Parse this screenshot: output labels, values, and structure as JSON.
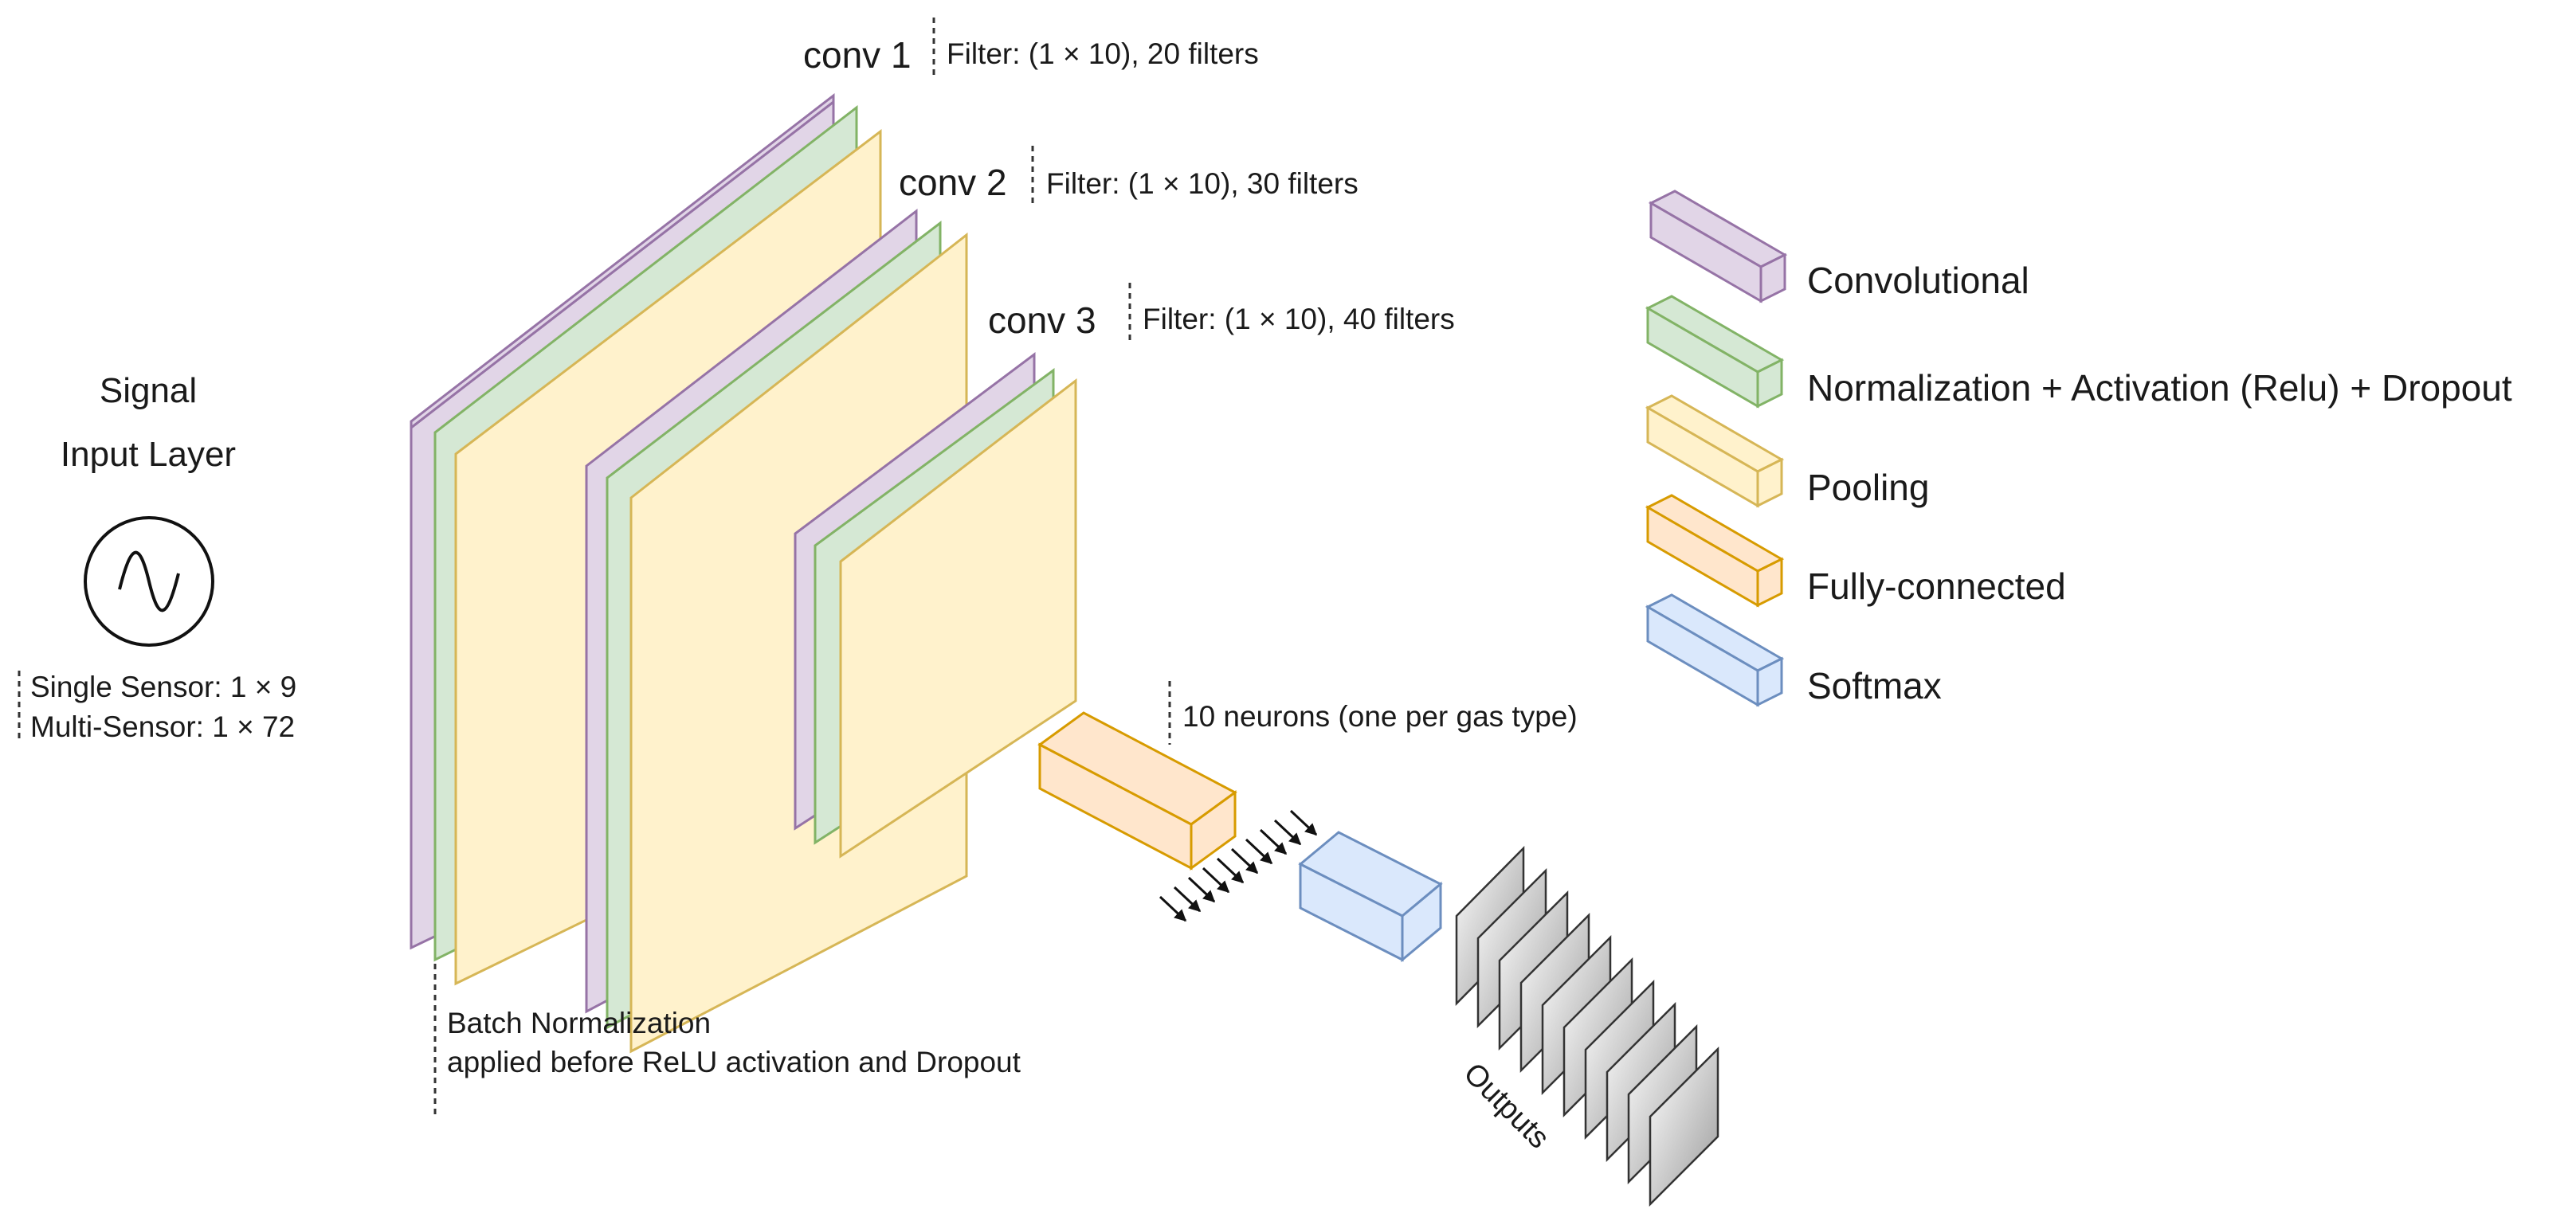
{
  "input": {
    "title_line1": "Signal",
    "title_line2": "Input Layer",
    "single_sensor": "Single Sensor: 1 × 9",
    "multi_sensor": "Multi-Sensor: 1 × 72"
  },
  "conv_layers": [
    {
      "name": "conv 1",
      "filter": "Filter: (1 × 10), 20 filters"
    },
    {
      "name": "conv 2",
      "filter": "Filter: (1 × 10), 30 filters"
    },
    {
      "name": "conv 3",
      "filter": "Filter: (1 × 10), 40 filters"
    }
  ],
  "fc_note": "10 neurons (one per gas type)",
  "batch_note": {
    "line1": "Batch Normalization",
    "line2": "applied before ReLU activation and Dropout"
  },
  "outputs_label": "Outputs",
  "legend": [
    {
      "label": "Convolutional",
      "fill": "#e1d5e7",
      "stroke": "#9673a6"
    },
    {
      "label": "Normalization + Activation (Relu) + Dropout",
      "fill": "#d5e8d4",
      "stroke": "#82b366"
    },
    {
      "label": "Pooling",
      "fill": "#fff2cc",
      "stroke": "#d6b656"
    },
    {
      "label": "Fully-connected",
      "fill": "#ffe6cc",
      "stroke": "#d79b00"
    },
    {
      "label": "Softmax",
      "fill": "#dae8fc",
      "stroke": "#6c8ebf"
    }
  ],
  "colors": {
    "conv_fill": "#e1d5e7",
    "conv_stroke": "#9673a6",
    "norm_fill": "#d5e8d4",
    "norm_stroke": "#82b366",
    "pool_fill": "#fff2cc",
    "pool_stroke": "#d6b656",
    "fc_fill": "#ffe6cc",
    "fc_stroke": "#d79b00",
    "softmax_fill": "#dae8fc",
    "softmax_stroke": "#6c8ebf",
    "output_fill": "#d9d9d9",
    "output_stroke": "#333333"
  }
}
